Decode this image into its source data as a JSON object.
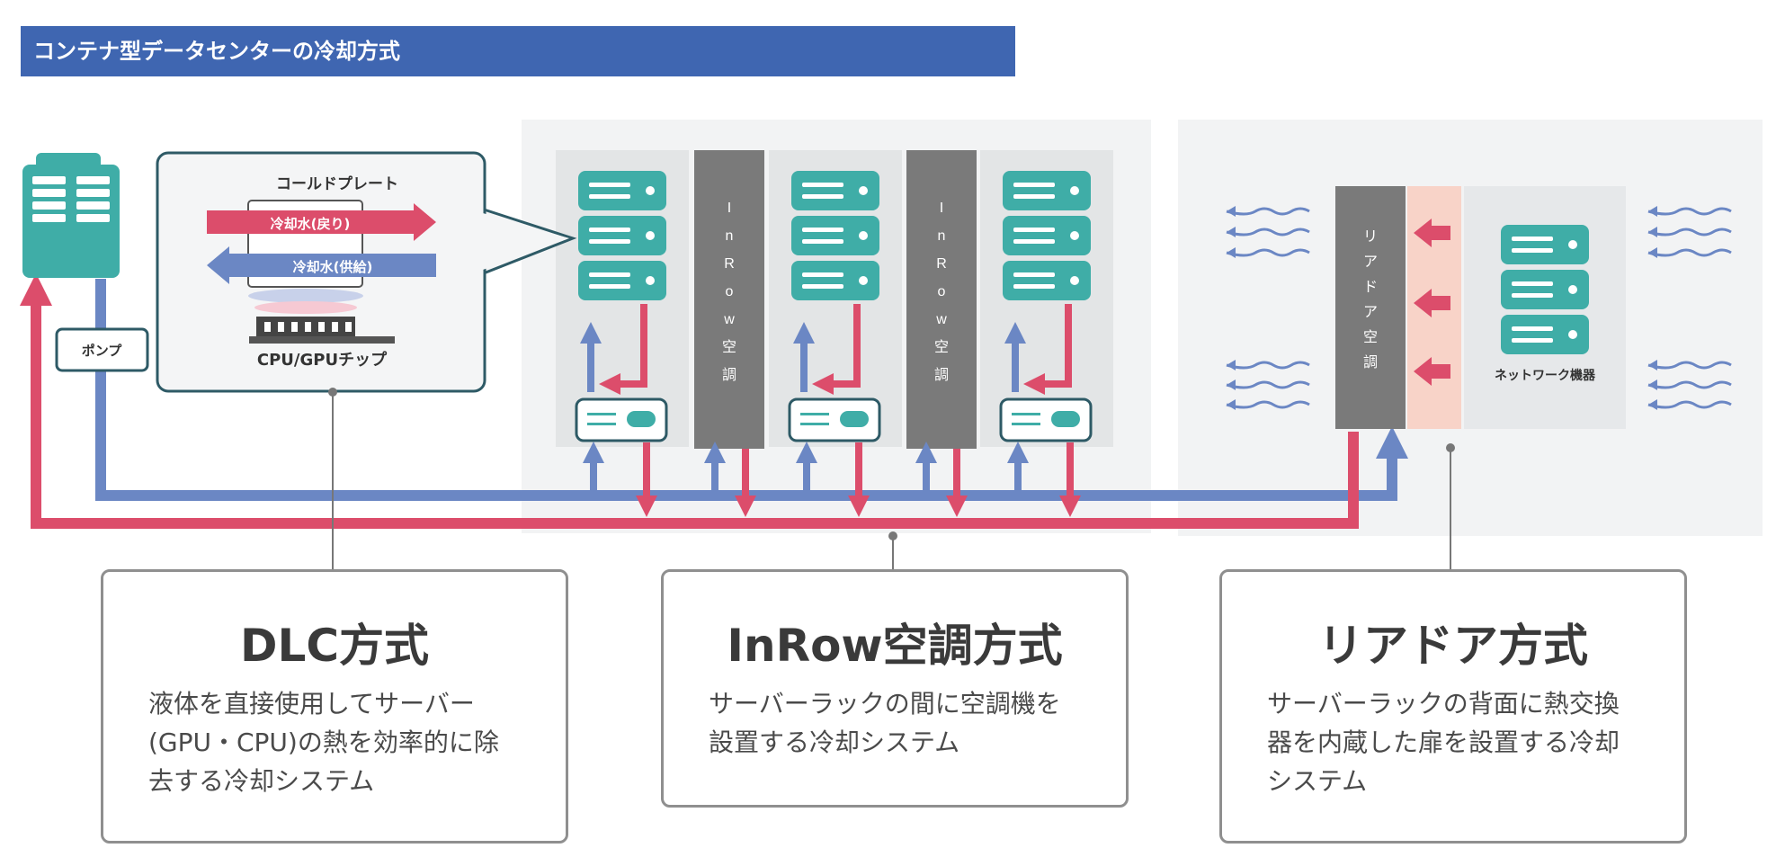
{
  "header": {
    "title": "コンテナ型データセンターの冷却方式"
  },
  "dlc_detail": {
    "cold_plate_label": "コールドプレート",
    "return_water_label": "冷却水(戻り)",
    "supply_water_label": "冷却水(供給)",
    "chip_label": "CPU/GPUチップ",
    "pump_label": "ポンプ"
  },
  "inrow_unit_label": [
    "I",
    "n",
    "R",
    "o",
    "w",
    "空",
    "調"
  ],
  "reardoor": {
    "door_label": [
      "リ",
      "ア",
      "ド",
      "ア",
      "空",
      "調"
    ],
    "network_label": "ネットワーク機器"
  },
  "methods": [
    {
      "title": "DLC方式",
      "desc_lines": [
        "液体を直接使用してサーバー",
        "(GPU・CPU)の熱を効率的に除",
        "去する冷却システム"
      ]
    },
    {
      "title": "InRow空調方式",
      "desc_lines": [
        "サーバーラックの間に空調機を",
        "設置する冷却システム"
      ]
    },
    {
      "title": "リアドア方式",
      "desc_lines": [
        "サーバーラックの背面に熱交換",
        "器を内蔵した扉を設置する冷却",
        "システム"
      ]
    }
  ],
  "colors": {
    "header": "#3f66b1",
    "hot_pipe": "#dc4d6b",
    "cold_pipe": "#6b87c4",
    "server_teal": "#3fada7",
    "inrow_gray": "#7a7a7a",
    "panel_bg": "#f2f3f4",
    "card_border": "#8f8f8f"
  }
}
